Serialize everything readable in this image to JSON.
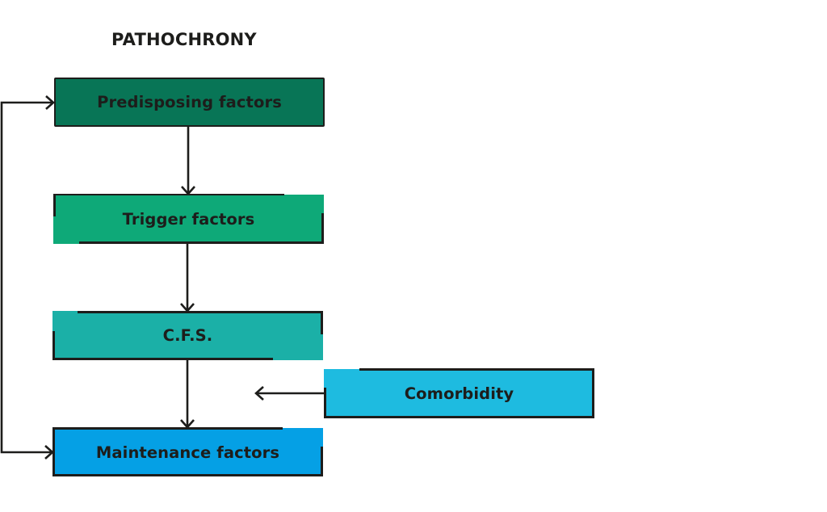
{
  "title": "PATHOCHRONY",
  "nodes": {
    "predisposing": {
      "label": "Predisposing factors",
      "color": "#087556"
    },
    "trigger": {
      "label": "Trigger factors",
      "color": "#0ea978"
    },
    "cfs": {
      "label": "C.F.S.",
      "color": "#1bb0a7"
    },
    "comorbidity": {
      "label": "Comorbidity",
      "color": "#1ebbe0"
    },
    "maintenance": {
      "label": "Maintenance factors",
      "color": "#05a0e5"
    }
  },
  "colors": {
    "line": "#1d1d1b",
    "text": "#1d1d1b"
  }
}
